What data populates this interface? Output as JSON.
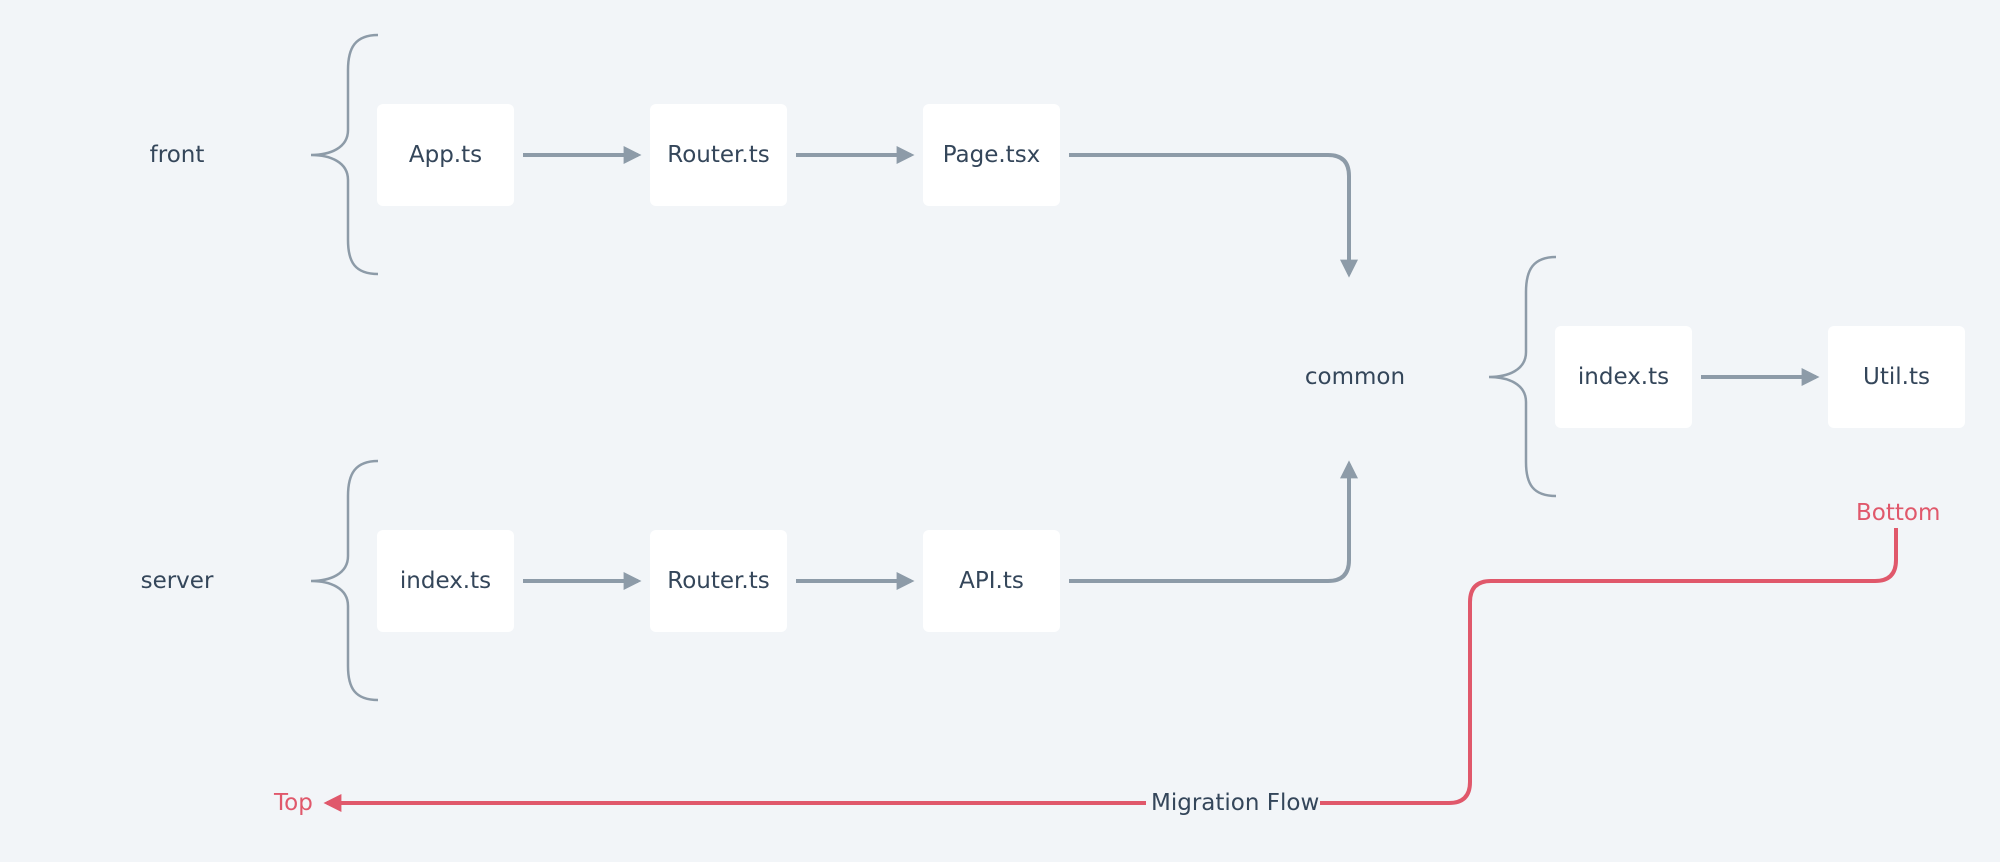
{
  "colors": {
    "background": "#f2f5f8",
    "node_fill": "#ffffff",
    "text": "#34465a",
    "connector": "#8d9ba8",
    "migration": "#e0586b"
  },
  "groups": {
    "front": {
      "label": "front",
      "nodes": [
        "App.ts",
        "Router.ts",
        "Page.tsx"
      ]
    },
    "server": {
      "label": "server",
      "nodes": [
        "index.ts",
        "Router.ts",
        "API.ts"
      ]
    },
    "common": {
      "label": "common",
      "nodes": [
        "index.ts",
        "Util.ts"
      ]
    }
  },
  "migration": {
    "label": "Migration Flow",
    "start_label": "Bottom",
    "end_label": "Top"
  }
}
